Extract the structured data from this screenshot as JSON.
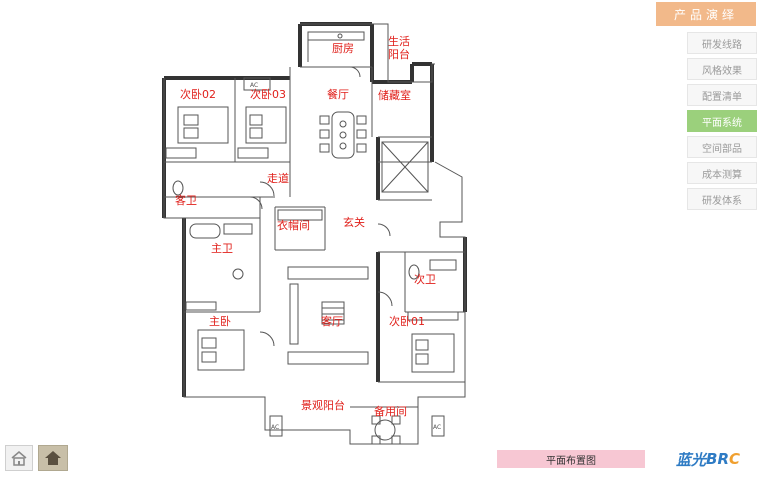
{
  "nav": {
    "header": "产品演绎",
    "items": [
      {
        "label": "研发线路",
        "active": false
      },
      {
        "label": "风格效果",
        "active": false
      },
      {
        "label": "配置清单",
        "active": false
      },
      {
        "label": "平面系统",
        "active": true
      },
      {
        "label": "空间部品",
        "active": false
      },
      {
        "label": "成本测算",
        "active": false
      },
      {
        "label": "研发体系",
        "active": false
      }
    ]
  },
  "plan": {
    "rooms": {
      "kitchen": "厨房",
      "service_balcony_1": "生活",
      "service_balcony_2": "阳台",
      "bedroom02": "次卧02",
      "bedroom03": "次卧03",
      "dining": "餐厅",
      "storage": "储藏室",
      "corridor": "走道",
      "guest_bath": "客卫",
      "cloakroom": "衣帽间",
      "foyer": "玄关",
      "master_bath": "主卫",
      "second_bath": "次卫",
      "master_bedroom": "主卧",
      "living": "客厅",
      "bedroom01": "次卧01",
      "balcony": "景观阳台",
      "utility": "备用间"
    },
    "ac_label": "AC"
  },
  "caption": "平面布置图",
  "brand": {
    "main": "蓝光",
    "suffix": "BR",
    "accent": "C"
  }
}
